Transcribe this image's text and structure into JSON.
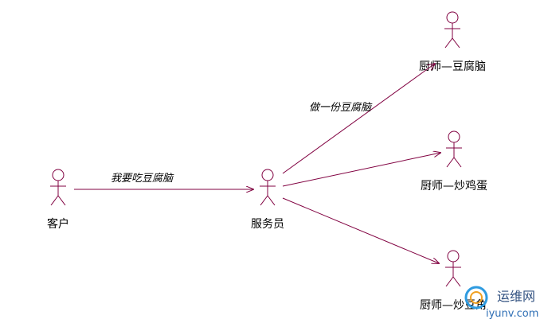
{
  "diagram": {
    "actors": [
      {
        "id": "customer",
        "label": "客户"
      },
      {
        "id": "waiter",
        "label": "服务员"
      },
      {
        "id": "chef1",
        "label": "厨师—豆腐脑"
      },
      {
        "id": "chef2",
        "label": "厨师—炒鸡蛋"
      },
      {
        "id": "chef3",
        "label": "厨师—炒豆角"
      }
    ],
    "messages": [
      {
        "id": "m1",
        "label": "我要吃豆腐脑"
      },
      {
        "id": "m2",
        "label": "做一份豆腐脑"
      }
    ]
  },
  "colors": {
    "line": "#800040",
    "background": "#ffffff"
  },
  "watermark": {
    "main": "运维网",
    "sub": "iyunv.com"
  }
}
